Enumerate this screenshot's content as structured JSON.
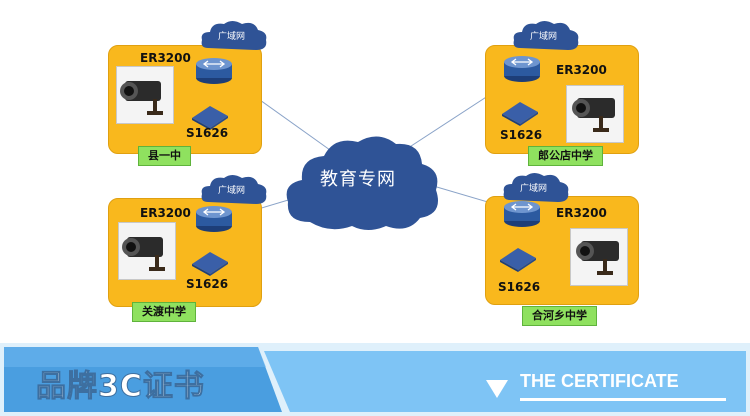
{
  "center": {
    "label": "教育专网"
  },
  "sites": [
    {
      "school": "县一中",
      "router": "ER3200",
      "switch": "S1626",
      "wan": "广域网"
    },
    {
      "school": "郎公店中学",
      "router": "ER3200",
      "switch": "S1626",
      "wan": "广域网"
    },
    {
      "school": "关渡中学",
      "router": "ER3200",
      "switch": "S1626",
      "wan": "广域网"
    },
    {
      "school": "合河乡中学",
      "router": "ER3200",
      "switch": "S1626",
      "wan": "广域网"
    }
  ],
  "banner": {
    "title": "品牌3C证书",
    "subtitle": "THE CERTIFICATE"
  },
  "colors": {
    "site_box": "#f9b81d",
    "school_tag": "#8fe15f",
    "cloud": "#2f5396",
    "banner_blue": "#4a9ee0",
    "banner_light": "#7ec4f5"
  },
  "icons": [
    "cloud-icon",
    "router-icon",
    "switch-icon",
    "camera-icon"
  ]
}
